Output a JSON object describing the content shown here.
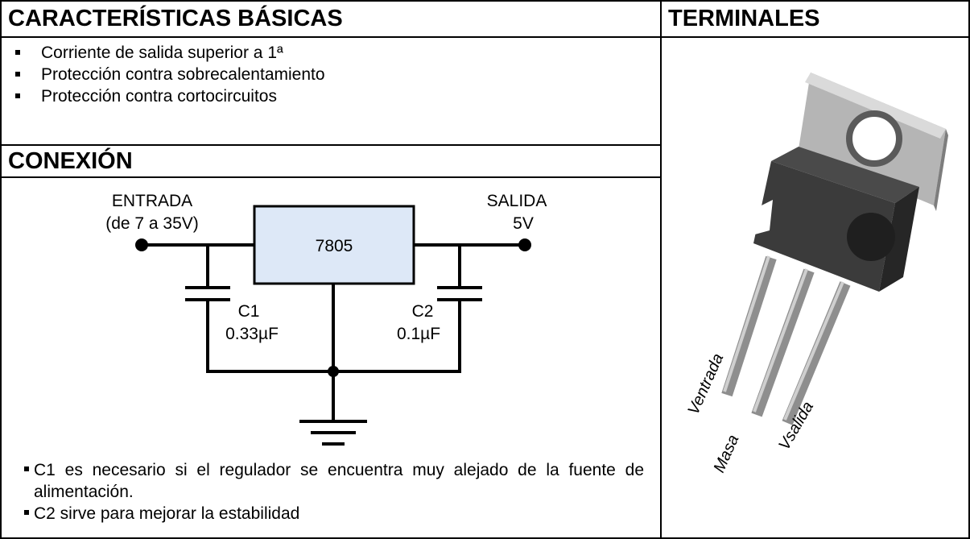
{
  "headers": {
    "caracteristicas": "CARACTERÍSTICAS BÁSICAS",
    "terminales": "TERMINALES",
    "conexion": "CONEXIÓN"
  },
  "caracteristicas": [
    "Corriente de salida superior a 1ª",
    "Protección contra sobrecalentamiento",
    "Protección contra cortocircuitos"
  ],
  "circuit": {
    "input_label_1": "ENTRADA",
    "input_label_2": "(de 7 a 35V)",
    "output_label_1": "SALIDA",
    "output_label_2": "5V",
    "regulator": "7805",
    "c1_name": "C1",
    "c1_value": "0.33µF",
    "c2_name": "C2",
    "c2_value": "0.1µF",
    "regulator_fill": "#dde8f7"
  },
  "notes": [
    "C1 es necesario si el regulador se encuentra muy alejado de la fuente de alimentación.",
    "C2 sirve para mejorar la estabilidad"
  ],
  "terminals": {
    "pin1": "Ventrada",
    "pin2": "Masa",
    "pin3": "Vsalida"
  }
}
